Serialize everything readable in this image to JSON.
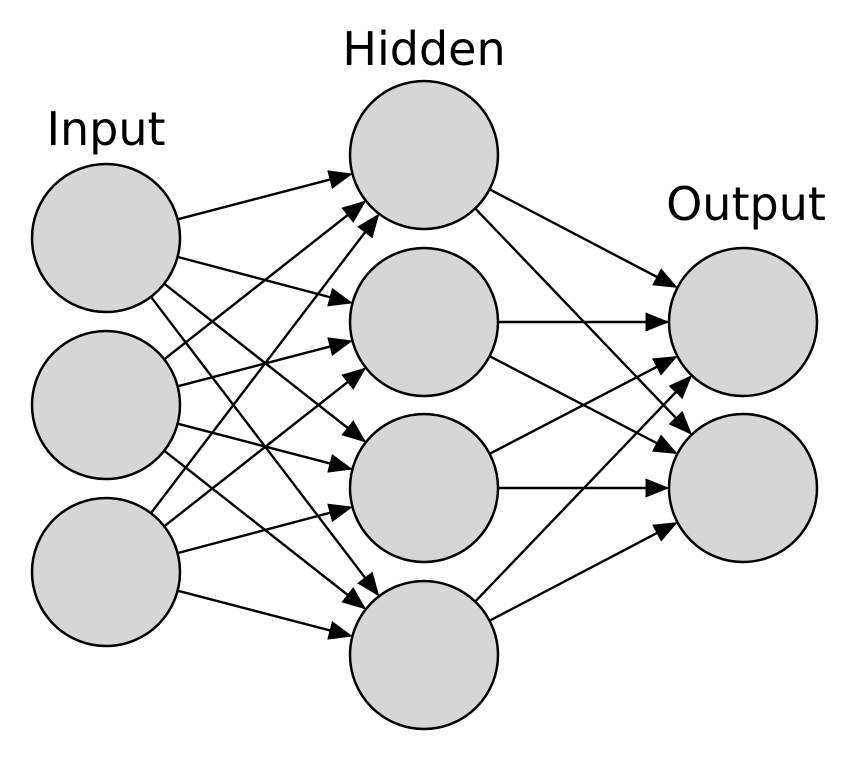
{
  "diagram": {
    "type": "feedforward-neural-network",
    "layers": [
      {
        "label": "Input",
        "node_count": 3
      },
      {
        "label": "Hidden",
        "node_count": 4
      },
      {
        "label": "Output",
        "node_count": 2
      }
    ],
    "connections": "fully-connected",
    "colors": {
      "node_fill": "#d6d6d6",
      "stroke": "#000000",
      "background": "#ffffff"
    }
  }
}
